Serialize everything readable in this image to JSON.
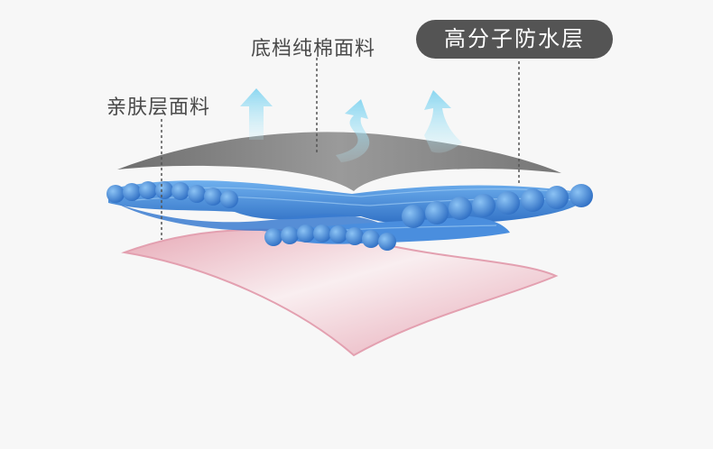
{
  "labels": {
    "skin_layer": "亲肤层面料",
    "cotton_base": "底档纯棉面料",
    "waterproof_layer": "高分子防水层"
  },
  "colors": {
    "background": "#f7f7f7",
    "pink_layer": "#e9b3bf",
    "blue_layer": "#3f84d8",
    "gray_layer": "#8a8a8a",
    "label_badge": "#545454",
    "arrow": "#8fd8f0"
  }
}
